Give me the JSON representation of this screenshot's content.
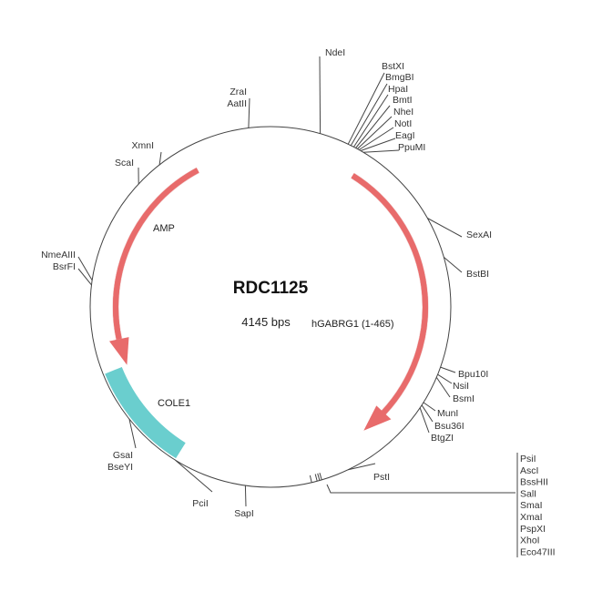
{
  "plasmid": {
    "name": "RDC1125",
    "size_label": "4145 bps"
  },
  "features": [
    {
      "name": "AMP",
      "color": "#e86b6b",
      "direction": "counterclockwise"
    },
    {
      "name": "hGABRG1 (1-465)",
      "color": "#e86b6b",
      "direction": "clockwise"
    },
    {
      "name": "COLE1",
      "color": "#6fd3d3",
      "direction": "none"
    }
  ],
  "sites": {
    "NdeI": "NdeI",
    "top_cluster": [
      "BstXI",
      "BmgBI",
      "HpaI",
      "BmtI",
      "NheI",
      "NotI",
      "EagI",
      "PpuMI"
    ],
    "ZraI_AatII": [
      "ZraI",
      "AatII"
    ],
    "XmnI": "XmnI",
    "ScaI": "ScaI",
    "left_pair": [
      "NmeAIII",
      "BsrFI"
    ],
    "SexAI": "SexAI",
    "BstBI": "BstBI",
    "right_group1": [
      "Bpu10I",
      "NsiI",
      "BsmI"
    ],
    "right_group2": [
      "MunI",
      "Bsu36I",
      "BtgZI"
    ],
    "PstI": "PstI",
    "mcs_cluster": [
      "PsiI",
      "AscI",
      "BssHII",
      "SalI",
      "SmaI",
      "XmaI",
      "PspXI",
      "XhoI",
      "Eco47III"
    ],
    "SapI": "SapI",
    "PciI": "PciI",
    "GsaI_BseYI": [
      "GsaI",
      "BseYI"
    ]
  }
}
